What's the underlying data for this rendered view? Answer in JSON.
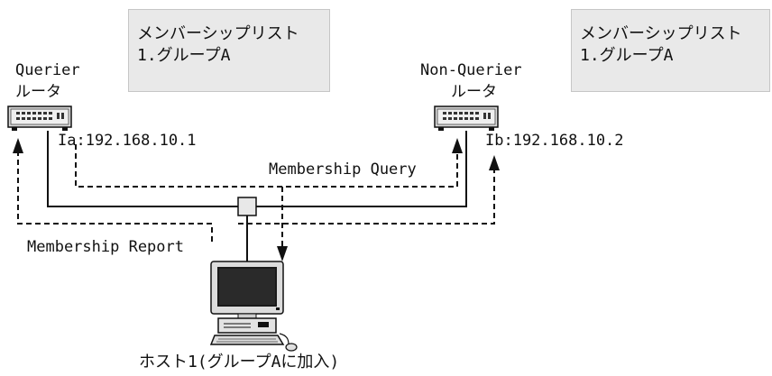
{
  "colors": {
    "box_fill": "#e9e9e9",
    "line": "#111111",
    "background": "#ffffff"
  },
  "member_list_left": {
    "title": "メンバーシップリスト",
    "entry": "1.グループA"
  },
  "member_list_right": {
    "title": "メンバーシップリスト",
    "entry": "1.グループA"
  },
  "querier": {
    "role": "Querier",
    "type": "ルータ",
    "interface": "Ia:192.168.10.1",
    "icon": "router-icon"
  },
  "non_querier": {
    "role": "Non-Querier",
    "type": "ルータ",
    "interface": "Ib:192.168.10.2",
    "icon": "router-icon"
  },
  "messages": {
    "query": "Membership Query",
    "report": "Membership Report"
  },
  "host": {
    "label": "ホスト1(グループAに加入)",
    "icon": "desktop-computer-icon"
  },
  "switch_icon": "network-hub-icon"
}
